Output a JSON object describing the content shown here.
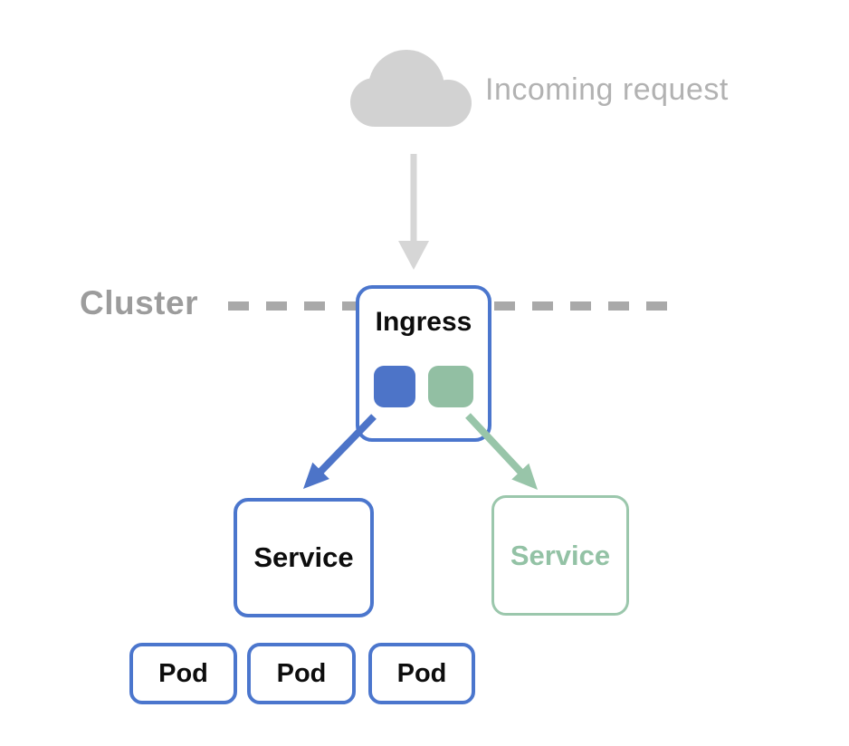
{
  "diagram": {
    "title_semantic": "kubernetes-ingress-routing-diagram",
    "incoming": {
      "label": "Incoming request"
    },
    "cluster": {
      "label": "Cluster"
    },
    "ingress": {
      "label": "Ingress"
    },
    "services": [
      {
        "label": "Service",
        "variant": "blue"
      },
      {
        "label": "Service",
        "variant": "green"
      }
    ],
    "pods": [
      {
        "label": "Pod"
      },
      {
        "label": "Pod"
      },
      {
        "label": "Pod"
      }
    ],
    "colors": {
      "blue": "#4b76cd",
      "blue_fill": "#4d74c8",
      "green": "#9bc7ac",
      "green_fill": "#92bfa3",
      "green_text": "#93c2a5",
      "cloud_gray": "#d2d2d2",
      "arrow_gray": "#d6d6d6",
      "incoming_text_gray": "#b2b2b2",
      "cluster_text_gray": "#9c9c9c",
      "dash_gray": "#a9a9a9",
      "text_black": "#0d0d0d",
      "background": "#ffffff"
    }
  }
}
